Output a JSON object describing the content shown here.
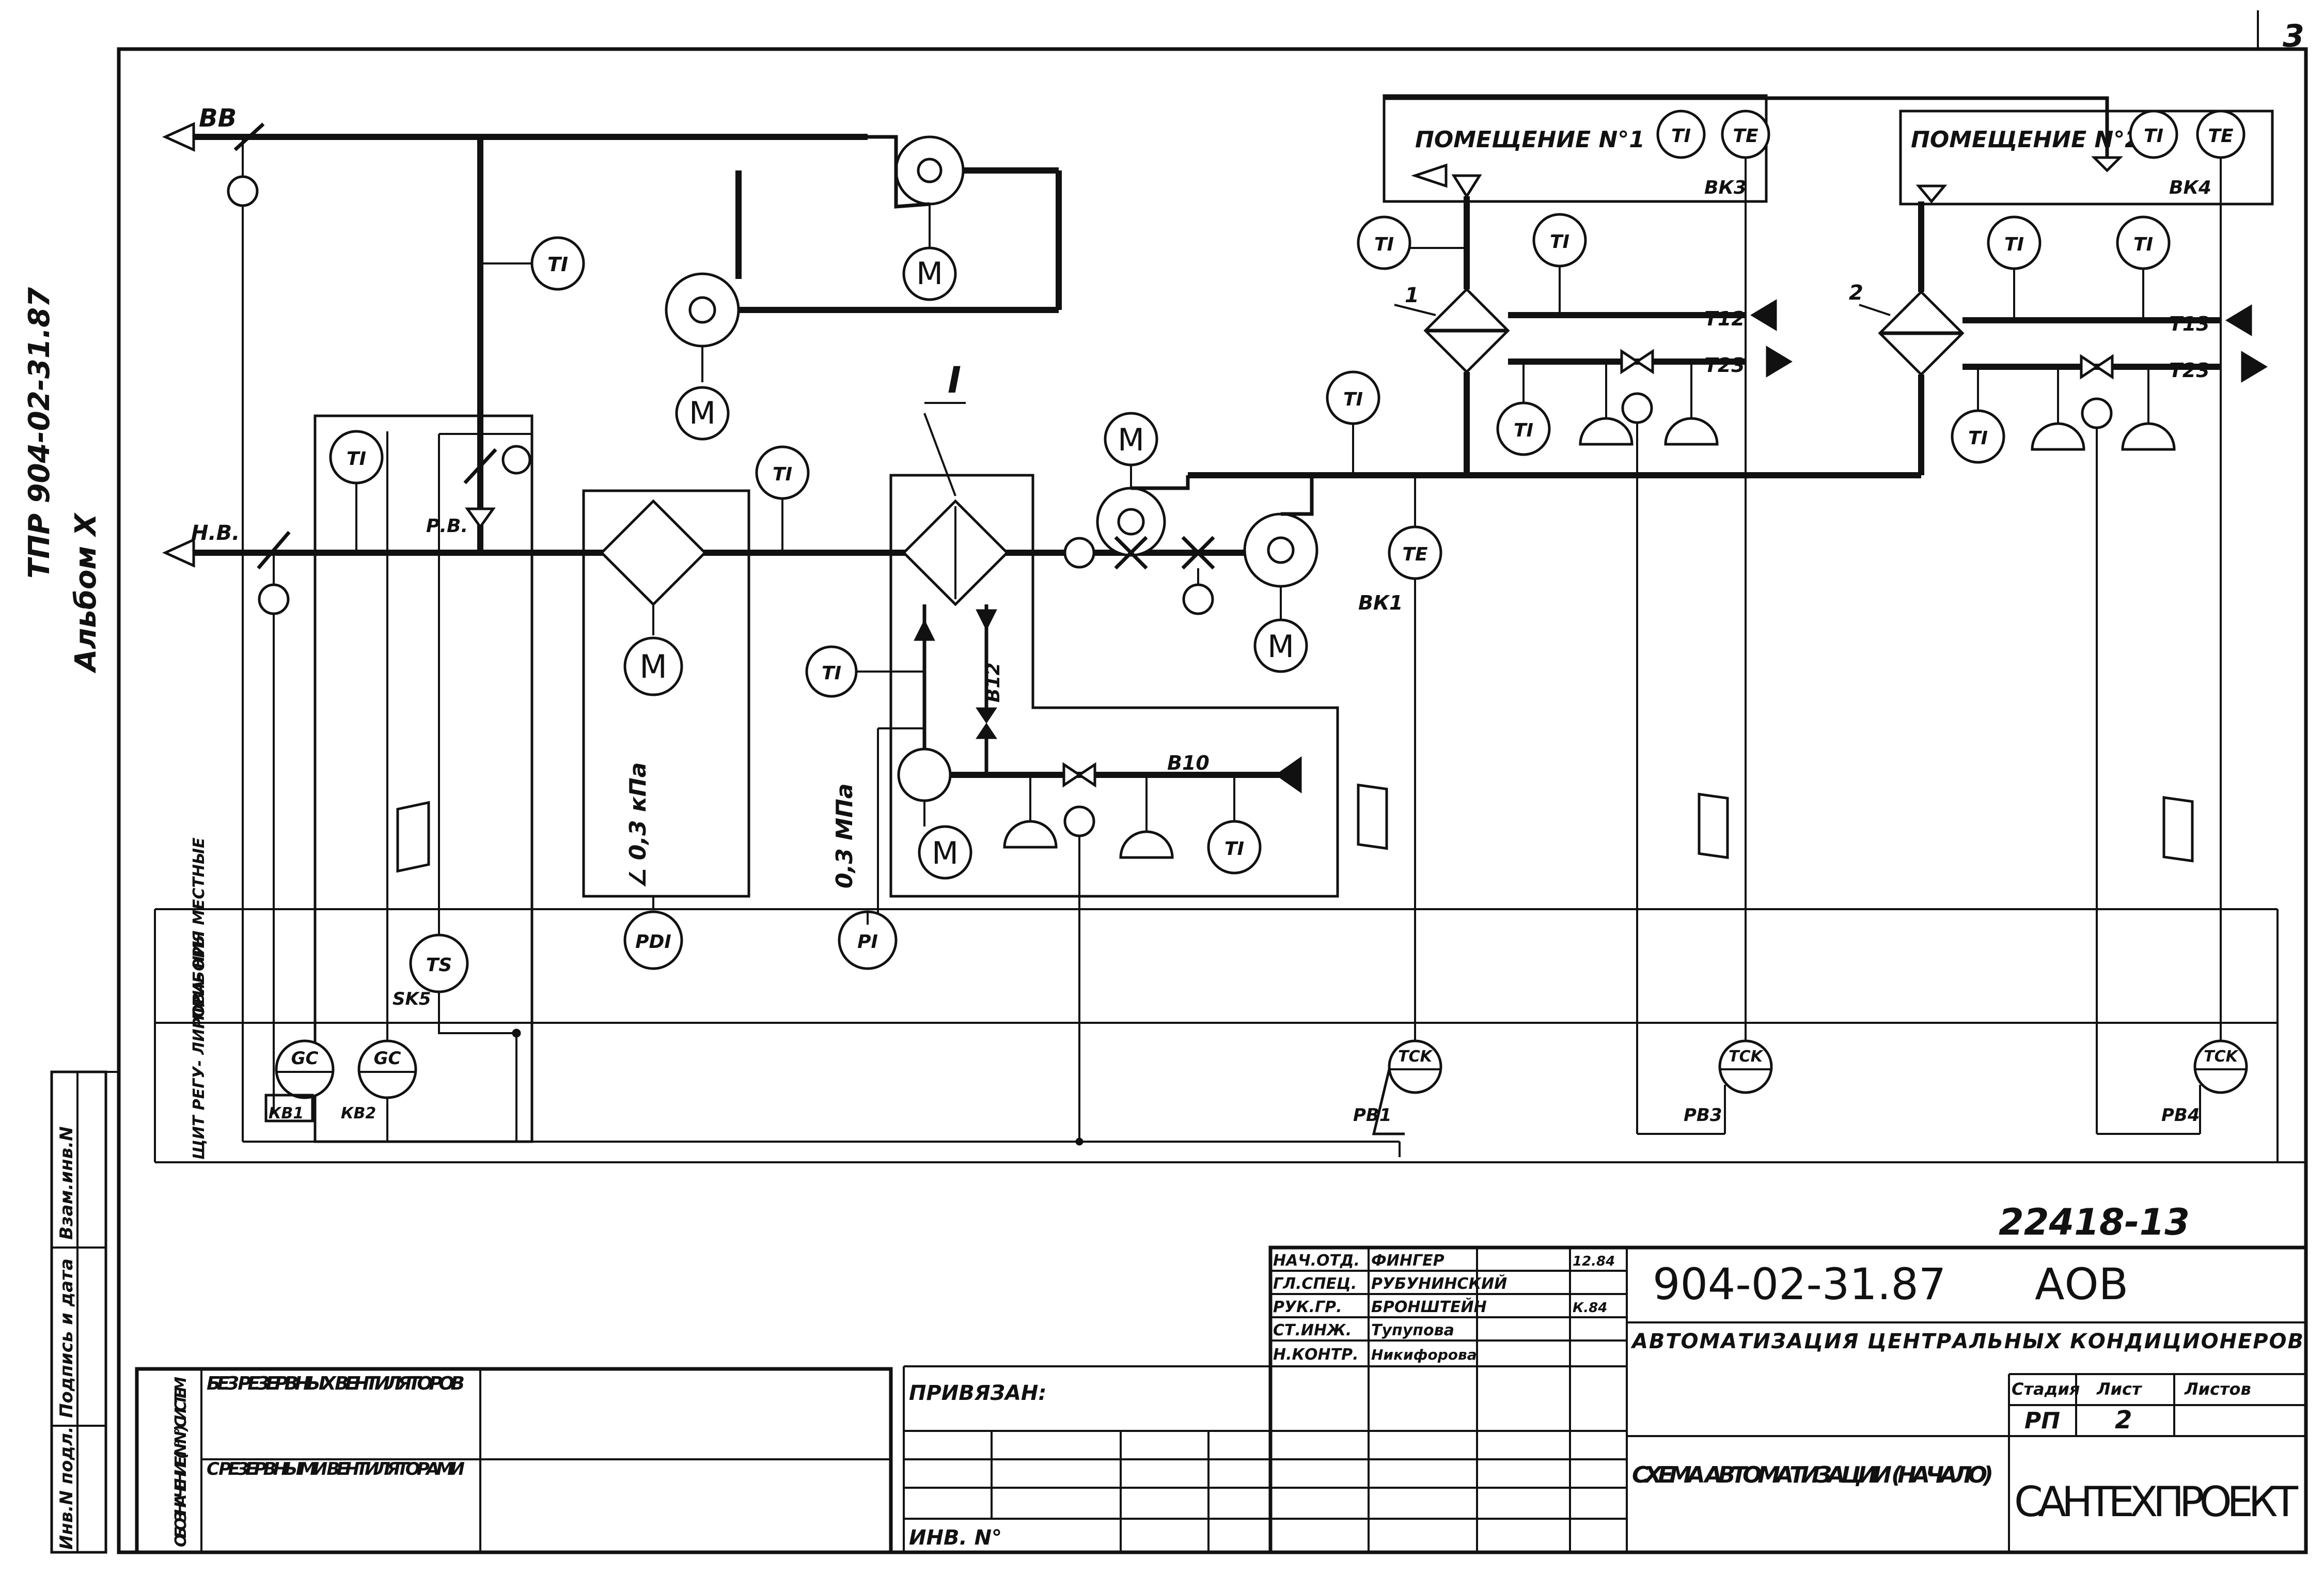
{
  "sheet": {
    "page_number": "3",
    "left_margin": {
      "code": "ТПР 904-02-31.87",
      "album": "Альбом X"
    },
    "vertical_stamp": [
      "Инв.N подл.",
      "Подпись и дата",
      "Взам.инв.N"
    ],
    "drawing_number": "22418-13"
  },
  "diagram": {
    "labels": {
      "vv": "ВВ",
      "nv": "Н.В.",
      "rv": "Р.В.",
      "room1": "ПОМЕЩЕНИЕ N°1",
      "room2": "ПОМЕЩЕНИЕ N°2",
      "bk1": "ВК1",
      "bk3": "ВК3",
      "bk4": "ВК4",
      "t12": "Т12",
      "t13": "Т13",
      "t23a": "Т23",
      "t23b": "Т23",
      "b10": "В10",
      "b12": "В12",
      "section_i": "I",
      "pos1": "1",
      "pos2": "2",
      "dp": "∠ 0,3 кПа",
      "pr": "0,3 МПа",
      "sk5": "SK5",
      "kb1": "КВ1",
      "kb2": "КВ2",
      "pb1": "РВ1",
      "pb3": "РВ3",
      "pb4": "РВ4"
    },
    "instruments": {
      "ti": "TI",
      "te": "TE",
      "ts": "TS",
      "pdi": "PDI",
      "pi": "PI",
      "gc": "GC",
      "tck": "TCK",
      "m": "M"
    },
    "row_labels": {
      "local": "ПРИБОРЫ МЕСТНЫЕ",
      "panel": "ЩИТ РЕГУ- ЛИРОВА- НИЯ"
    }
  },
  "title_block": {
    "signatures": [
      {
        "role": "НАЧ.ОТД.",
        "name": "ФИНГЕР",
        "date": "12.84"
      },
      {
        "role": "ГЛ.СПЕЦ.",
        "name": "РУБУНИНСКИЙ",
        "date": ""
      },
      {
        "role": "РУК.ГР.",
        "name": "БРОНШТЕЙН",
        "date": "К.84"
      },
      {
        "role": "СТ.ИНЖ.",
        "name": "Тупупова",
        "date": ""
      },
      {
        "role": "Н.КОНТР.",
        "name": "Никифорова",
        "date": ""
      }
    ],
    "code": "904-02-31.87",
    "mark": "АОВ",
    "title": "АВТОМАТИЗАЦИЯ ЦЕНТРАЛЬНЫХ КОНДИЦИОНЕРОВ",
    "sheet_title": "СХЕМА АВТОМАТИЗАЦИИ (НАЧАЛО)",
    "stage_header": "Стадия",
    "sheet_header": "Лист",
    "sheets_header": "Листов",
    "stage": "РП",
    "sheet_no": "2",
    "org": "САНТЕХПРОЕКТ",
    "bound": "ПРИВЯЗАН:",
    "inv": "ИНВ. N°",
    "designation": {
      "header": "ОБОЗНАЧЕНИЕ (N°N°) СИСТЕМ",
      "rows": [
        "БЕЗ РЕЗЕРВНЫХ ВЕНТИЛЯТОРОВ",
        "С РЕЗЕРВНЫМИ ВЕНТИЛЯТОРАМИ"
      ]
    }
  }
}
